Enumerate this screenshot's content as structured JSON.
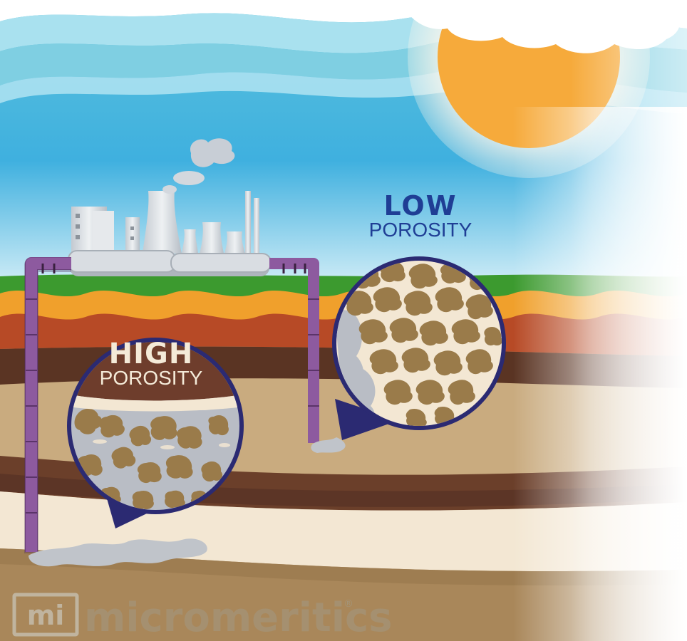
{
  "labels": {
    "high_word": "HIGH",
    "high_sub": "POROSITY",
    "low_word": "LOW",
    "low_sub": "POROSITY"
  },
  "brand": {
    "logo_mark": "mi",
    "name": "micromeritics",
    "registered": "®"
  },
  "colors": {
    "sky_top": "#5bc2dc",
    "sky_bottom": "#d8f0f8",
    "sun": "#f6aa3b",
    "grass": "#3c9a2f",
    "orange_layer": "#f0a02c",
    "red_layer": "#b74a26",
    "dark_soil": "#5a3423",
    "sand": "#c9ab7f",
    "deep_band": "#5c3526",
    "cream_band": "#f3e7d3",
    "bottom_soil": "#a9875a",
    "pipe": "#7a4a8b",
    "bubble_border": "#2b2a72",
    "grain": "#9a7b4a",
    "pore": "#b9bdc5",
    "high_header": "#6e3d2c",
    "low_text": "#1f3e95",
    "factory": "#d9dde2"
  },
  "icons": [
    "factory-icon",
    "sun-icon",
    "cloud-icon",
    "smoke-icon",
    "pipe-icon",
    "logo-icon"
  ]
}
